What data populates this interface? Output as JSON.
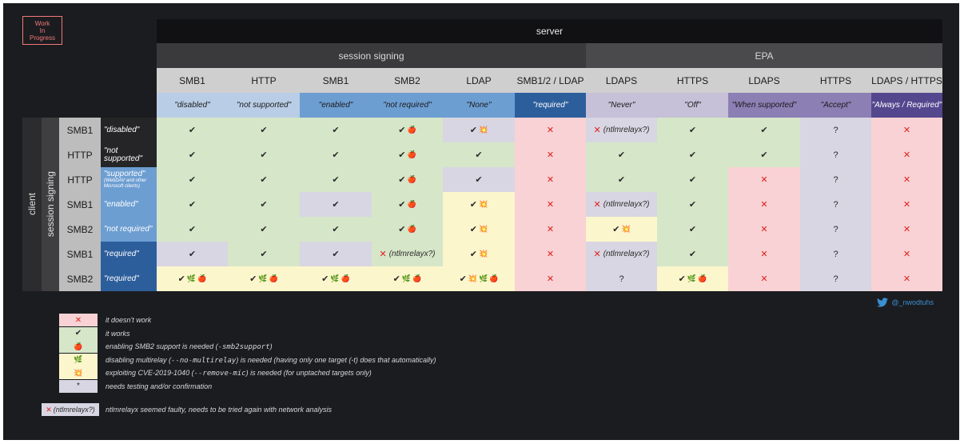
{
  "badge": [
    "Work",
    "In",
    "Progress"
  ],
  "server": "server",
  "groups": [
    {
      "label": "session signing",
      "col": 0,
      "span": 6
    },
    {
      "label": "EPA",
      "col": 6,
      "span": 5
    }
  ],
  "columns": [
    {
      "proto": "SMB1",
      "setting": "\"disabled\"",
      "bg": "#b9cde6"
    },
    {
      "proto": "HTTP",
      "setting": "\"not supported\"",
      "bg": "#b9cde6"
    },
    {
      "proto": "SMB1",
      "setting": "\"enabled\"",
      "bg": "#6d9ed2"
    },
    {
      "proto": "SMB2",
      "setting": "\"not required\"",
      "bg": "#6d9ed2"
    },
    {
      "proto": "LDAP",
      "setting": "\"None\"",
      "bg": "#6d9ed2"
    },
    {
      "proto": "SMB1/2 / LDAP",
      "setting": "\"required\"",
      "bg": "#2d5e9c"
    },
    {
      "proto": "LDAPS",
      "setting": "\"Never\"",
      "bg": "#c6c0d8"
    },
    {
      "proto": "HTTPS",
      "setting": "\"Off\"",
      "bg": "#c6c0d8"
    },
    {
      "proto": "LDAPS",
      "setting": "\"When supported\"",
      "bg": "#8b7fb4"
    },
    {
      "proto": "HTTPS",
      "setting": "\"Accept\"",
      "bg": "#8b7fb4"
    },
    {
      "proto": "LDAPS / HTTPS",
      "setting": "\"Always / Required\"",
      "bg": "#54478e"
    }
  ],
  "client": "client",
  "session_signing": "session signing",
  "rows": [
    {
      "proto": "SMB1",
      "setting": "\"disabled\"",
      "small": "",
      "setbg": "#252527",
      "cells": [
        [
          "ck",
          "g"
        ],
        [
          "ck",
          "g"
        ],
        [
          "ck",
          "g"
        ],
        [
          "ck apple",
          "g"
        ],
        [
          "ck boom",
          "p"
        ],
        [
          "x",
          "r"
        ],
        [
          "x-note",
          "p"
        ],
        [
          "ck",
          "g"
        ],
        [
          "ck",
          "g"
        ],
        [
          "q",
          "p"
        ],
        [
          "x",
          "r"
        ]
      ]
    },
    {
      "proto": "HTTP",
      "setting": "\"not supported\"",
      "small": "",
      "setbg": "#252527",
      "cells": [
        [
          "ck",
          "g"
        ],
        [
          "ck",
          "g"
        ],
        [
          "ck",
          "g"
        ],
        [
          "ck apple",
          "g"
        ],
        [
          "ck",
          "g"
        ],
        [
          "x",
          "r"
        ],
        [
          "ck",
          "g"
        ],
        [
          "ck",
          "g"
        ],
        [
          "ck",
          "g"
        ],
        [
          "q",
          "p"
        ],
        [
          "x",
          "r"
        ]
      ]
    },
    {
      "proto": "HTTP",
      "setting": "\"supported\"",
      "small": "(WebDAV and other Microsoft clients)",
      "setbg": "#6d9ed2",
      "cells": [
        [
          "ck",
          "g"
        ],
        [
          "ck",
          "g"
        ],
        [
          "ck",
          "g"
        ],
        [
          "ck apple",
          "g"
        ],
        [
          "ck",
          "p"
        ],
        [
          "x",
          "r"
        ],
        [
          "ck",
          "g"
        ],
        [
          "ck",
          "g"
        ],
        [
          "x",
          "r"
        ],
        [
          "q",
          "p"
        ],
        [
          "x",
          "r"
        ]
      ]
    },
    {
      "proto": "SMB1",
      "setting": "\"enabled\"",
      "small": "",
      "setbg": "#6d9ed2",
      "cells": [
        [
          "ck",
          "g"
        ],
        [
          "ck",
          "g"
        ],
        [
          "ck",
          "p"
        ],
        [
          "ck apple",
          "g"
        ],
        [
          "ck boom",
          "y"
        ],
        [
          "x",
          "r"
        ],
        [
          "x-note",
          "p"
        ],
        [
          "ck",
          "g"
        ],
        [
          "x",
          "r"
        ],
        [
          "q",
          "p"
        ],
        [
          "x",
          "r"
        ]
      ]
    },
    {
      "proto": "SMB2",
      "setting": "\"not required\"",
      "small": "",
      "setbg": "#6d9ed2",
      "cells": [
        [
          "ck",
          "g"
        ],
        [
          "ck",
          "g"
        ],
        [
          "ck",
          "g"
        ],
        [
          "ck apple",
          "g"
        ],
        [
          "ck boom",
          "y"
        ],
        [
          "x",
          "r"
        ],
        [
          "ck boom",
          "y"
        ],
        [
          "ck",
          "g"
        ],
        [
          "x",
          "r"
        ],
        [
          "q",
          "p"
        ],
        [
          "x",
          "r"
        ]
      ]
    },
    {
      "proto": "SMB1",
      "setting": "\"required\"",
      "small": "",
      "setbg": "#2d5e9c",
      "cells": [
        [
          "ck",
          "p"
        ],
        [
          "ck",
          "g"
        ],
        [
          "ck",
          "p"
        ],
        [
          "x-note",
          "g"
        ],
        [
          "ck boom",
          "y"
        ],
        [
          "x",
          "r"
        ],
        [
          "x-note",
          "p"
        ],
        [
          "ck",
          "g"
        ],
        [
          "x",
          "r"
        ],
        [
          "q",
          "p"
        ],
        [
          "x",
          "r"
        ]
      ]
    },
    {
      "proto": "SMB2",
      "setting": "\"required\"",
      "small": "",
      "setbg": "#2d5e9c",
      "cells": [
        [
          "ck leaf apple",
          "y"
        ],
        [
          "ck leaf apple",
          "y"
        ],
        [
          "ck leaf apple",
          "y"
        ],
        [
          "ck leaf apple",
          "y"
        ],
        [
          "ck boom leaf apple",
          "y"
        ],
        [
          "x",
          "r"
        ],
        [
          "q",
          "p"
        ],
        [
          "ck leaf apple",
          "y"
        ],
        [
          "x",
          "r"
        ],
        [
          "q",
          "p"
        ],
        [
          "x",
          "r"
        ]
      ]
    }
  ],
  "symbols": {
    "x": "✕",
    "ck": "✔",
    "apple": "🍎",
    "leaf": "🌿",
    "boom": "💥",
    "q": "?",
    "star": "*",
    "note": "(ntlmrelayx?)"
  },
  "cellcolors": {
    "g": "#d6e6c8",
    "r": "#f8d2d4",
    "p": "#d8d6e2",
    "y": "#fcf6cc"
  },
  "legend": [
    {
      "sym": "x",
      "bg": "r",
      "text": "it doesn't work",
      "code": "",
      "after": ""
    },
    {
      "sym": "ck",
      "bg": "g",
      "text": "it works",
      "code": "",
      "after": ""
    },
    {
      "sym": "apple",
      "bg": "g",
      "text": "enabling SMB2 support is needed (",
      "code": "-smb2support",
      "after": ")"
    },
    {
      "sym": "leaf",
      "bg": "y",
      "text": "disabling multirelay (",
      "code": "--no-multirelay",
      "after": ") is needed (having only one target (-t) does that automatically)"
    },
    {
      "sym": "boom",
      "bg": "y",
      "text": "exploiting CVE-2019-1040 (",
      "code": "--remove-mic",
      "after": ") is needed (for unptached targets only)"
    },
    {
      "sym": "star",
      "bg": "p",
      "text": "needs testing and/or confirmation",
      "code": "",
      "after": ""
    }
  ],
  "legend_note": {
    "text": "ntlmrelayx seemed faulty, needs to be tried again with network analysis"
  },
  "twitter_handle": "@_nwodtuhs"
}
